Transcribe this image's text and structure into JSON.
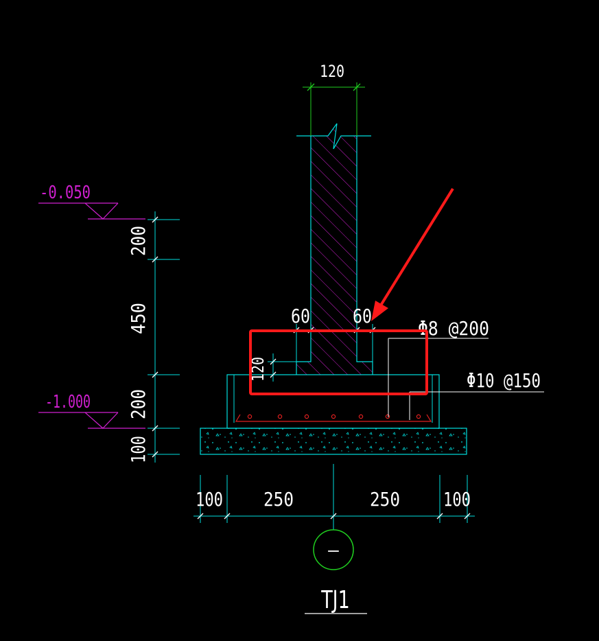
{
  "drawing": {
    "title": "TJ1",
    "axis_symbol": "—",
    "colors": {
      "background": "#000000",
      "outline": "#00e0e0",
      "dimension": "#00e0e0",
      "wall_hatch": "#d020d0",
      "elevation": "#d020d0",
      "rebar": "#e02020",
      "annotation_box": "#ff1a1a",
      "axis_circle": "#20d020",
      "text": "#ffffff"
    }
  },
  "dimensions": {
    "wall_width": "120",
    "step_left": "60",
    "step_right": "60",
    "step_height": "120",
    "vertical": [
      "200",
      "450",
      "200",
      "100"
    ],
    "horizontal": [
      "100",
      "250",
      "250",
      "100"
    ]
  },
  "elevations": {
    "top": "-0.050",
    "bottom": "-1.000"
  },
  "rebar": {
    "distribution": "Φ8 @200",
    "main": "Φ10 @150"
  }
}
